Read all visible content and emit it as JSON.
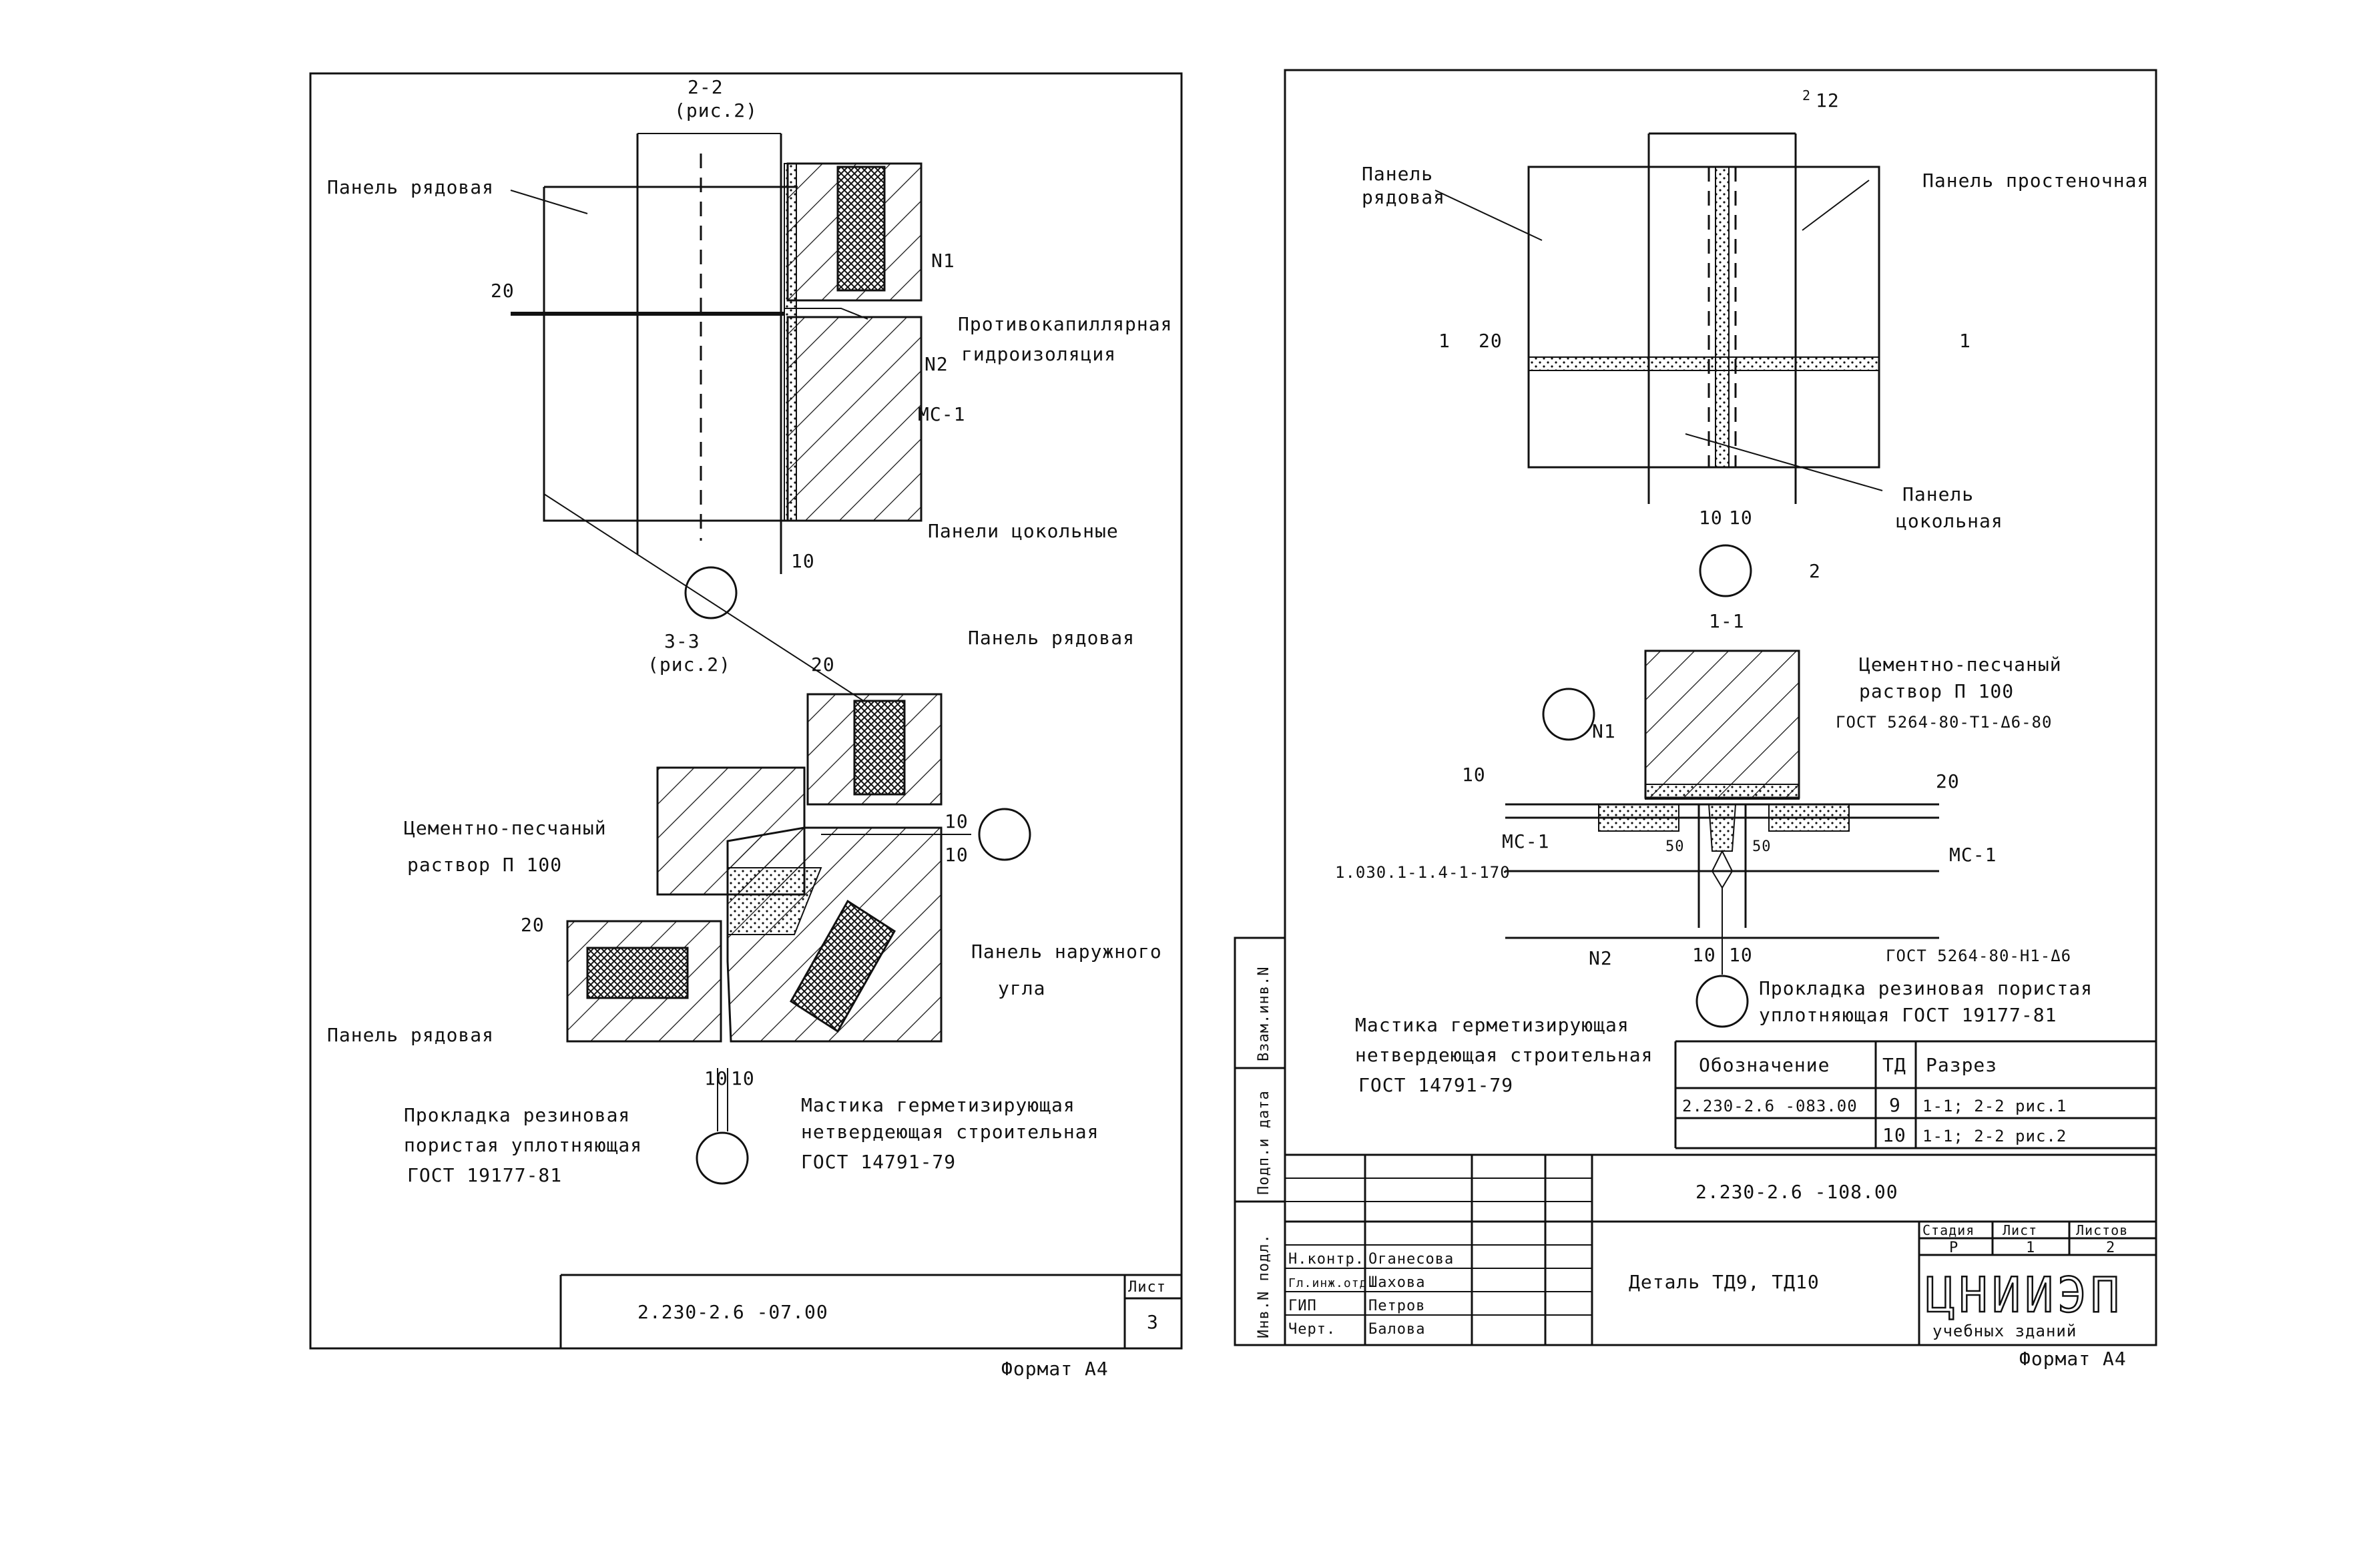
{
  "left_sheet": {
    "section_2_2": {
      "label": "2-2",
      "sub": "(рис.2)"
    },
    "section_3_3": {
      "label": "3-3",
      "sub": "(рис.2)"
    },
    "labels": {
      "panel_row_top": "Панель рядовая",
      "n1": "N1",
      "anticapillary_1": "Противокапиллярная",
      "anticapillary_2": "гидроизоляция",
      "n2": "N2",
      "ms1": "МС-1",
      "plinth_panels": "Панели цокольные",
      "panel_row_b": "Панель рядовая",
      "cement_1": "Цементно-песчаный",
      "cement_2": "раствор  П 100",
      "outer_corner_1": "Панель наружного",
      "outer_corner_2": "угла",
      "panel_row_c": "Панель рядовая",
      "gasket_1": "Прокладка резиновая",
      "gasket_2": "пористая уплотняющая",
      "gasket_3": "ГОСТ 19177-81",
      "mastic_1": "Мастика герметизирующая",
      "mastic_2": "нетвердеющая строительная",
      "mastic_3": "ГОСТ 14791-79"
    },
    "dims": {
      "d20_a": "20",
      "d10_a": "10",
      "d20_b": "20",
      "d10_b": "10",
      "d10_c": "10",
      "d20_c": "20",
      "d10_d": "10",
      "d10_e": "10"
    },
    "title_block": {
      "code": "2.230-2.6 -07.00",
      "sheet_label": "Лист",
      "sheet_no": "3"
    },
    "format": "Формат А4"
  },
  "right_sheet": {
    "labels": {
      "panel_row_1": "Панель",
      "panel_row_2": "рядовая",
      "panel_pier": "Панель простеночная",
      "panel_plinth_1": "Панель",
      "panel_plinth_2": "цокольная",
      "section_1_1": "1-1",
      "cut_1_left": "1",
      "cut_1_right": "1",
      "cut_2_top": "2",
      "cut_2_bot": "2",
      "cement_1": "Цементно-песчаный",
      "cement_2": "раствор  П 100",
      "gost_top": "ГОСТ 5264-80-Т1-Δ6-80",
      "n1": "N1",
      "ms1_left": "МС-1",
      "ms1_code": "1.030.1-1.4-1-170",
      "ms1_right": "МС-1",
      "n2": "N2",
      "gost_bot": "ГОСТ 5264-80-Н1-Δ6",
      "gasket_1": "Прокладка резиновая пористая",
      "gasket_2": "уплотняющая  ГОСТ 19177-81",
      "mastic_1": "Мастика герметизирующая",
      "mastic_2": "нетвердеющая строительная",
      "mastic_3": "ГОСТ 14791-79"
    },
    "dims": {
      "d12": "12",
      "d20_a": "20",
      "d10_a": "10",
      "d10_b": "10",
      "d10_c": "10",
      "d20_b": "20",
      "d50_a": "50",
      "d50_b": "50",
      "d10_d": "10",
      "d10_e": "10"
    },
    "ref_table": {
      "headers": [
        "Обозначение",
        "ТД",
        "Разрез"
      ],
      "rows": [
        [
          "2.230-2.6 -083.00",
          "9",
          "1-1; 2-2 рис.1"
        ],
        [
          "",
          "10",
          "1-1; 2-2 рис.2"
        ]
      ]
    },
    "side_stamps": [
      "Взам.инв.N",
      "Подп.и дата",
      "Инв.N подл."
    ],
    "title_block": {
      "code": "2.230-2.6 -108.00",
      "title": "Деталь ТД9, ТД10",
      "roles": [
        {
          "role": "Н.контр.",
          "name": "Оганесова"
        },
        {
          "role": "Гл.инж.отд.",
          "name": "Шахова"
        },
        {
          "role": "ГИП",
          "name": "Петров"
        },
        {
          "role": "Черт.",
          "name": "Балова"
        }
      ],
      "stage_label": "Стадия",
      "sheet_label": "Лист",
      "sheets_label": "Листов",
      "stage": "Р",
      "sheet": "1",
      "sheets": "2",
      "org": "ЦНИИЭП",
      "org_sub": "учебных зданий"
    },
    "format": "Формат А4"
  }
}
